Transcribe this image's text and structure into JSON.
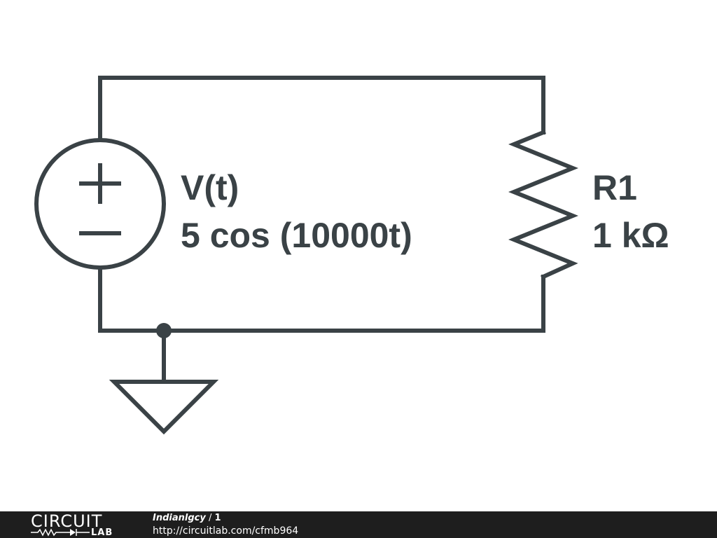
{
  "source": {
    "name": "V(t)",
    "value": "5 cos (10000t)",
    "plus_symbol": "+",
    "minus_symbol": "−"
  },
  "resistor": {
    "name": "R1",
    "value": "1 kΩ"
  },
  "colors": {
    "ink": "#3a4246",
    "footer_bg": "#1e1e1e"
  },
  "footer": {
    "logo_top": "CIRCUIT",
    "logo_bottom": "LAB",
    "username": "Indianlgcy",
    "separator": " / ",
    "revision": "1",
    "url": "http://circuitlab.com/cfmb964"
  }
}
